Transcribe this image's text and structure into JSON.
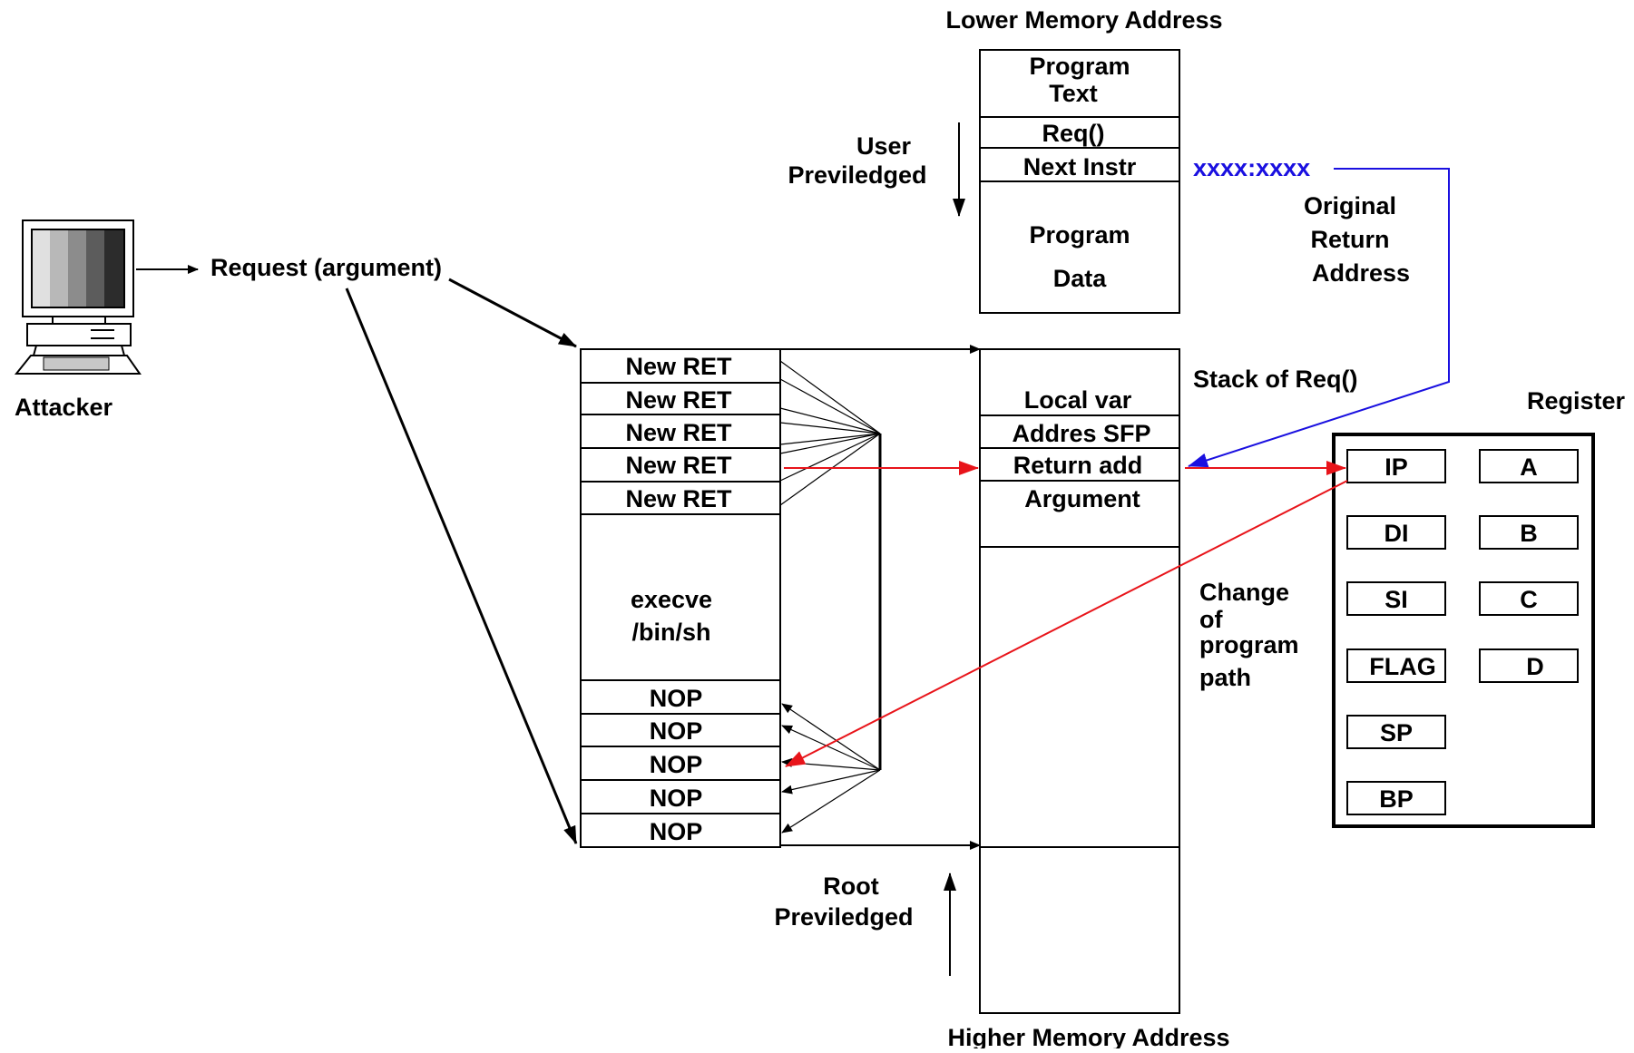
{
  "labels": {
    "lower_memory": "Lower Memory Address",
    "higher_memory": "Higher Memory Address",
    "user_privileged_1": "User",
    "user_privileged_2": "Previledged",
    "root_privileged_1": "Root",
    "root_privileged_2": "Previledged",
    "attacker": "Attacker",
    "request": "Request (argument)",
    "original_return_1": "Original",
    "original_return_2": "Return",
    "original_return_3": "Address",
    "addr_value": "xxxx:xxxx",
    "stack_of_req": "Stack of Req()",
    "register": "Register",
    "change_1": "Change",
    "change_2": "of",
    "change_3": "program",
    "change_4": "path"
  },
  "memory": {
    "program_text_1": "Program",
    "program_text_2": "Text",
    "req": "Req()",
    "next_instr": "Next Instr",
    "program_data_1": "Program",
    "program_data_2": "Data"
  },
  "stack": {
    "local_var": "Local var",
    "addres_sfp": "Addres SFP",
    "return_add": "Return add",
    "argument": "Argument"
  },
  "payload": {
    "new_ret": [
      "New RET",
      "New RET",
      "New RET",
      "New RET",
      "New RET"
    ],
    "shell_1": "execve",
    "shell_2": "/bin/sh",
    "nop": [
      "NOP",
      "NOP",
      "NOP",
      "NOP",
      "NOP"
    ]
  },
  "registers": [
    "IP",
    "A",
    "DI",
    "B",
    "SI",
    "C",
    "FLAG",
    "D",
    "SP",
    "BP"
  ],
  "colors": {
    "red": "#e8141a",
    "blue": "#1a10e0",
    "black": "#000000"
  }
}
